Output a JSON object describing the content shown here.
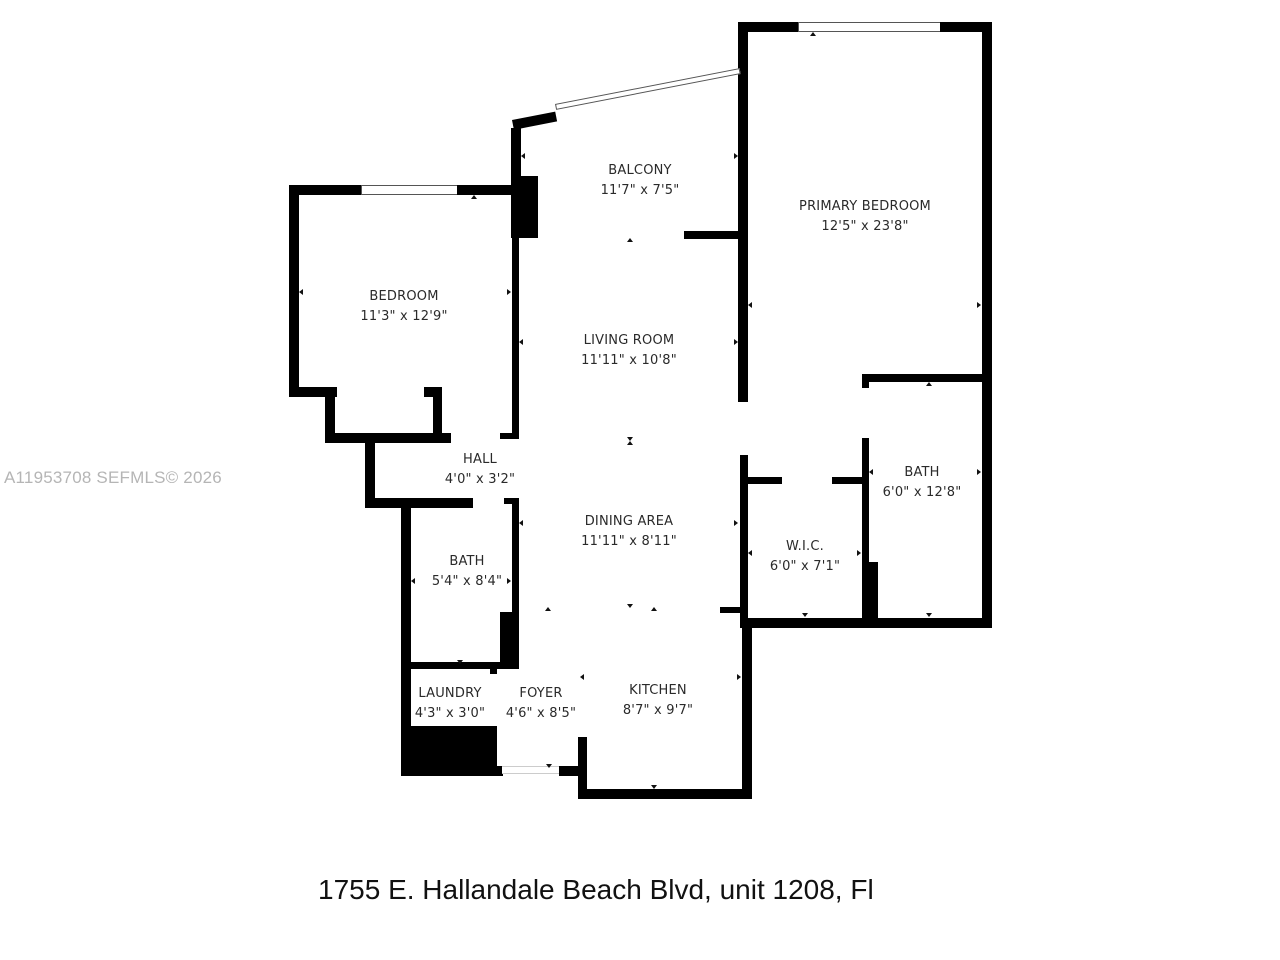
{
  "floorplan": {
    "address": "1755 E. Hallandale Beach Blvd, unit 1208, Fl",
    "watermark": "A11953708  SEFMLS© 2026",
    "wall_color": "#000000",
    "label_color": "#2a2a2a",
    "rooms": [
      {
        "name": "BALCONY",
        "dimensions": "11'7\" x 7'5\""
      },
      {
        "name": "PRIMARY BEDROOM",
        "dimensions": "12'5\" x 23'8\""
      },
      {
        "name": "BEDROOM",
        "dimensions": "11'3\" x 12'9\""
      },
      {
        "name": "LIVING ROOM",
        "dimensions": "11'11\" x 10'8\""
      },
      {
        "name": "HALL",
        "dimensions": "4'0\" x 3'2\""
      },
      {
        "name": "BATH",
        "dimensions": "6'0\" x 12'8\""
      },
      {
        "name": "DINING AREA",
        "dimensions": "11'11\" x 8'11\""
      },
      {
        "name": "W.I.C.",
        "dimensions": "6'0\" x 7'1\""
      },
      {
        "name": "BATH",
        "dimensions": "5'4\" x 8'4\""
      },
      {
        "name": "LAUNDRY",
        "dimensions": "4'3\" x 3'0\""
      },
      {
        "name": "FOYER",
        "dimensions": "4'6\" x 8'5\""
      },
      {
        "name": "KITCHEN",
        "dimensions": "8'7\" x 9'7\""
      }
    ]
  }
}
